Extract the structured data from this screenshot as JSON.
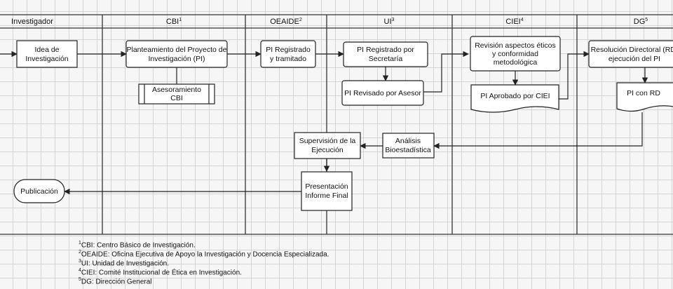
{
  "lanes": [
    {
      "id": "investigador",
      "label": "Investigador",
      "sup": ""
    },
    {
      "id": "cbi",
      "label": "CBI",
      "sup": "1"
    },
    {
      "id": "oeaide",
      "label": "OEAIDE",
      "sup": "2"
    },
    {
      "id": "ui",
      "label": "UI",
      "sup": "3"
    },
    {
      "id": "ciei",
      "label": "CIEI",
      "sup": "4"
    },
    {
      "id": "dg",
      "label": "DG",
      "sup": "5"
    }
  ],
  "nodes": {
    "idea": [
      "Idea de",
      "Investigación"
    ],
    "planteamiento": [
      "Planteamiento del Proyecto de",
      "Investigación (PI)"
    ],
    "asesoramiento": [
      "Asesoramiento",
      "CBI"
    ],
    "pi_registrado_tramitado": [
      "PI Registrado",
      "y tramitado"
    ],
    "pi_registrado_secretaria": [
      "PI Registrado por",
      "Secretaría"
    ],
    "pi_revisado": [
      "PI Revisado por Asesor"
    ],
    "revision_etica": [
      "Revisión aspectos éticos",
      "y conformidad",
      "metodológica"
    ],
    "pi_aprobado": [
      "PI Aprobado por CIEI"
    ],
    "resolucion": [
      "Resolución Directoral (RD)",
      "ejecución del PI"
    ],
    "pi_con_rd": [
      "PI con RD"
    ],
    "analisis": [
      "Análisis",
      "Bioestadística"
    ],
    "supervision": [
      "Supervisión de la",
      "Ejecución"
    ],
    "presentacion": [
      "Presentación",
      "Informe Final"
    ],
    "publicacion": [
      "Publicación"
    ]
  },
  "footnotes": [
    {
      "sup": "1",
      "text": "CBI: Centro Básico de Investigación."
    },
    {
      "sup": "2",
      "text": "OEAIDE: Oficina Ejecutiva de Apoyo la Investigación y Docencia Especializada."
    },
    {
      "sup": "3",
      "text": "UI: Unidad de Investigación."
    },
    {
      "sup": "4",
      "text": "CIEI: Comité Institucional de Ética en Investigación."
    },
    {
      "sup": "5",
      "text": "DG: Dirección General"
    }
  ]
}
